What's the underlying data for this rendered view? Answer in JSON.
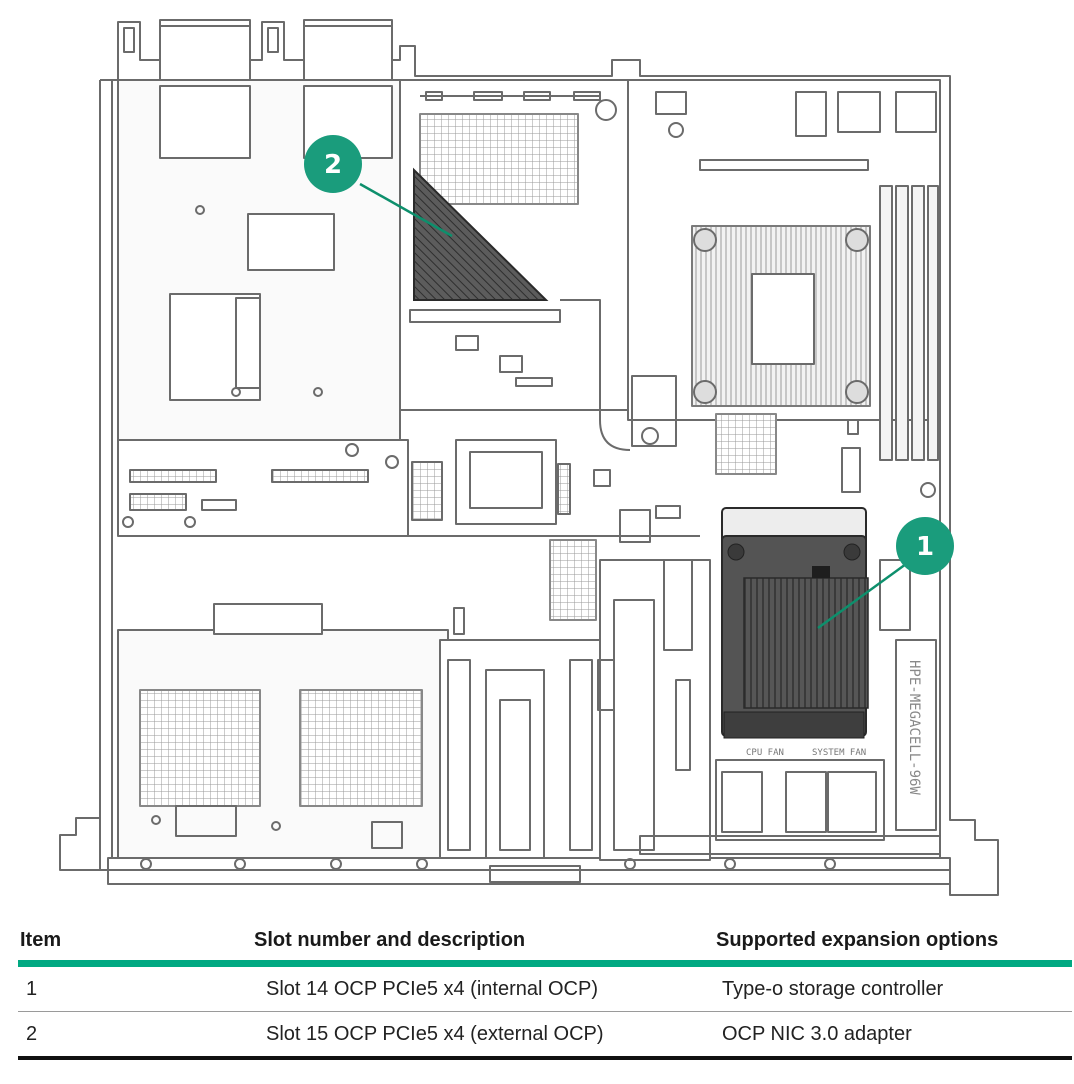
{
  "callouts": [
    {
      "number": "1",
      "target": "slot-14-internal-ocp",
      "color": "#1a9c7c"
    },
    {
      "number": "2",
      "target": "slot-15-external-ocp",
      "color": "#1a9c7c"
    }
  ],
  "board_labels": {
    "fan_left": "CPU FAN",
    "fan_right": "SYSTEM FAN",
    "side_label": "HPE-MEGACELL-96W"
  },
  "table": {
    "headers": [
      "Item",
      "Slot number and description",
      "Supported expansion options"
    ],
    "rows": [
      [
        "1",
        "Slot 14 OCP PCIe5 x4 (internal OCP)",
        "Type-o storage controller"
      ],
      [
        "2",
        "Slot 15 OCP PCIe5 x4 (external OCP)",
        "OCP NIC 3.0 adapter"
      ]
    ]
  },
  "colors": {
    "accent": "#01a982",
    "line": "#6b6b6b",
    "component_dark": "#4f4f4f"
  }
}
